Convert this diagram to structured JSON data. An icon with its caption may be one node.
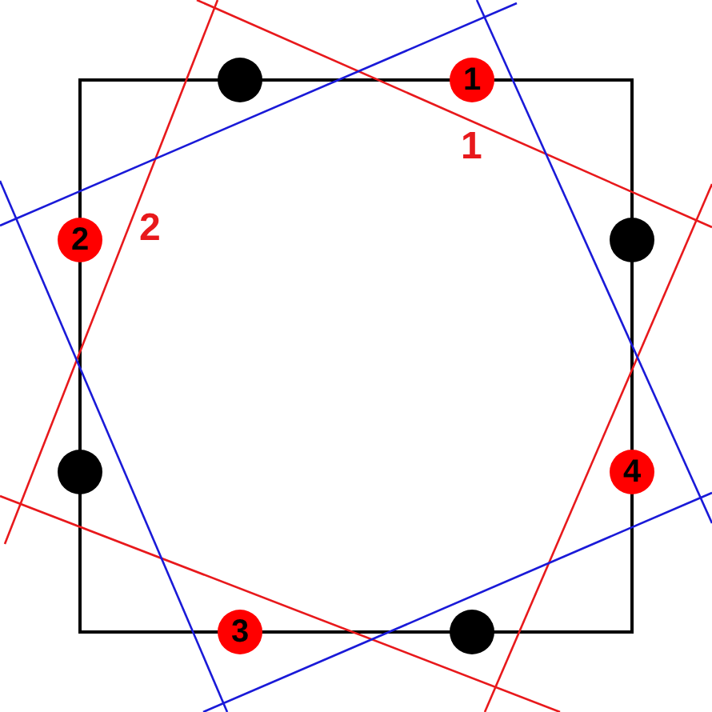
{
  "diagram": {
    "nodes": [
      {
        "text": [],
        "shape": "circle"
      },
      {
        "text": [
          "1"
        ]
      },
      {
        "text": [
          "2"
        ]
      },
      {
        "text": [],
        "shape": "circle"
      },
      {
        "text": [],
        "shape": "circle"
      },
      {
        "text": [
          "4"
        ]
      },
      {
        "text": [
          "3"
        ]
      },
      {
        "text": [],
        "shape": "circle"
      }
    ],
    "labels": [
      "1",
      "2"
    ]
  }
}
